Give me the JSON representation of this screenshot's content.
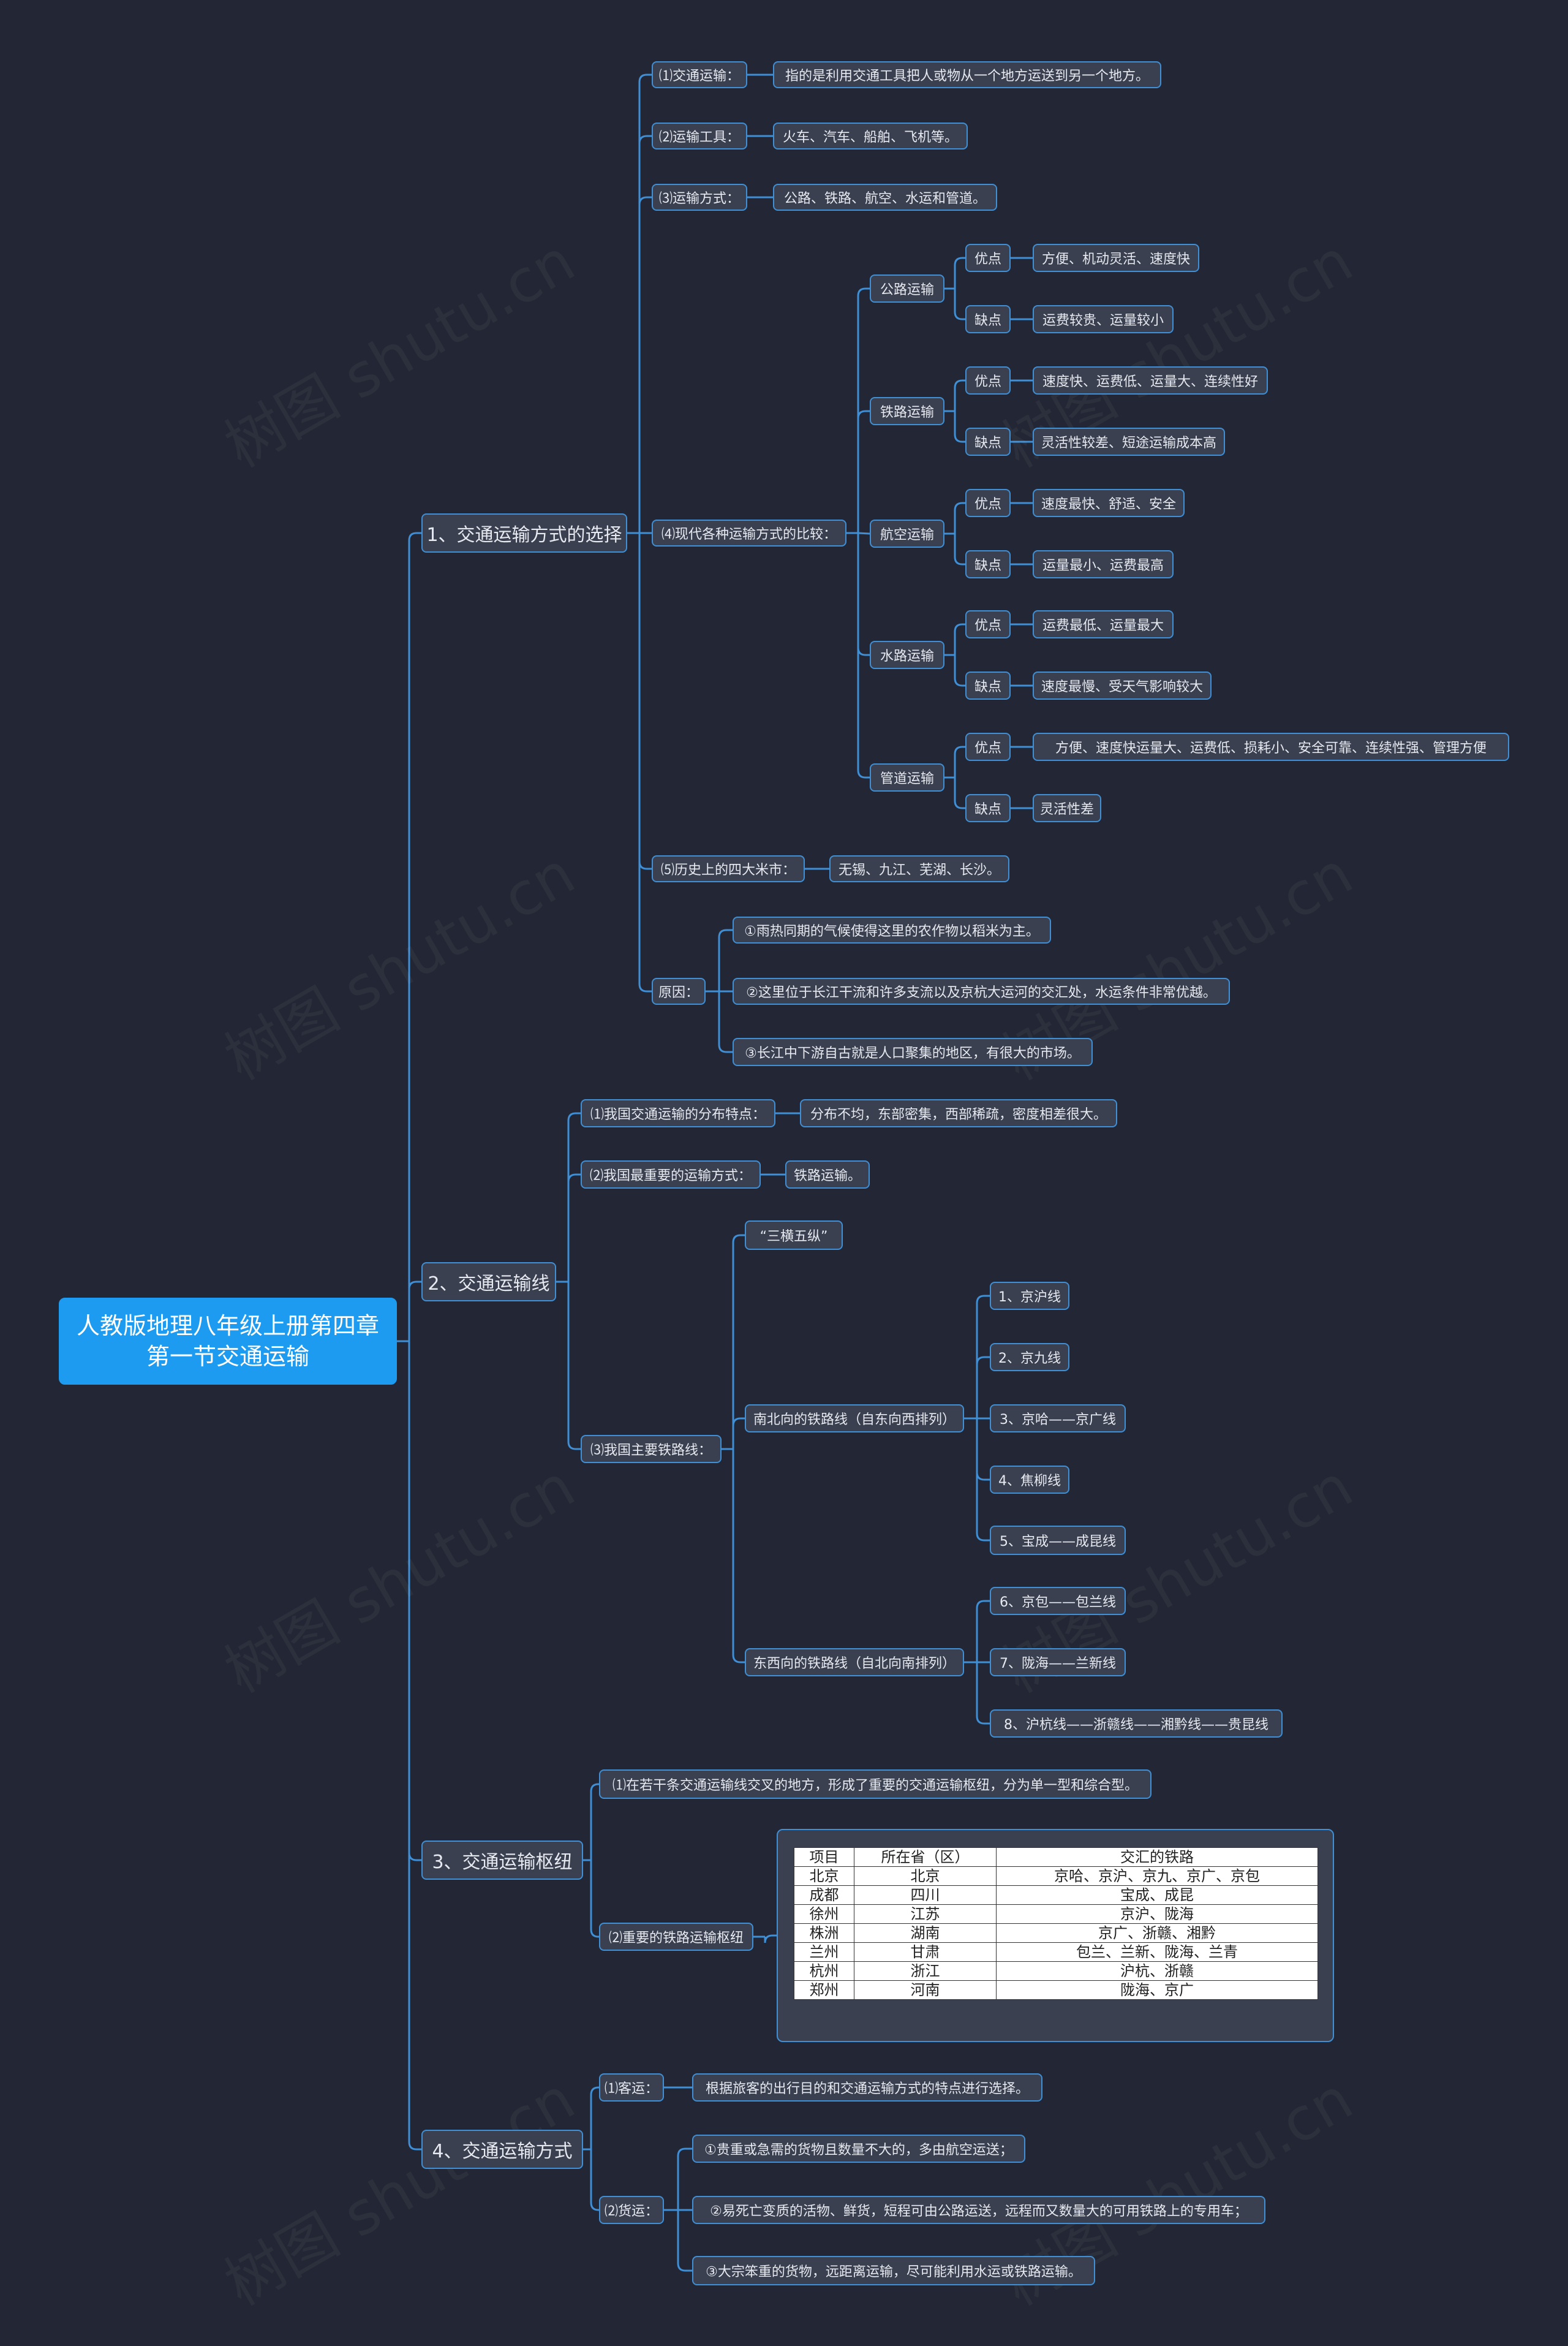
{
  "title": "人教版地理八年级上册第四章第一节交通运输",
  "sections": {
    "s1": {
      "label": "1、交通运输方式的选择",
      "items": [
        {
          "label": "⑴交通运输：",
          "value": "指的是利用交通工具把人或物从一个地方运送到另一个地方。"
        },
        {
          "label": "⑵运输工具：",
          "value": "火车、汽车、船舶、飞机等。"
        },
        {
          "label": "⑶运输方式：",
          "value": "公路、铁路、航空、水运和管道。"
        },
        {
          "label": "⑷现代各种运输方式的比较：",
          "modes": [
            {
              "name": "公路运输",
              "pro_label": "优点",
              "pro": "方便、机动灵活、速度快",
              "con_label": "缺点",
              "con": "运费较贵、运量较小"
            },
            {
              "name": "铁路运输",
              "pro_label": "优点",
              "pro": "速度快、运费低、运量大、连续性好",
              "con_label": "缺点",
              "con": "灵活性较差、短途运输成本高"
            },
            {
              "name": "航空运输",
              "pro_label": "优点",
              "pro": "速度最快、舒适、安全",
              "con_label": "缺点",
              "con": "运量最小、运费最高"
            },
            {
              "name": "水路运输",
              "pro_label": "优点",
              "pro": "运费最低、运量最大",
              "con_label": "缺点",
              "con": "速度最慢、受天气影响较大"
            },
            {
              "name": "管道运输",
              "pro_label": "优点",
              "pro": "方便、速度快运量大、运费低、损耗小、安全可靠、连续性强、管理方便",
              "con_label": "缺点",
              "con": "灵活性差"
            }
          ]
        },
        {
          "label": "⑸历史上的四大米市：",
          "value": "无锡、九江、芜湖、长沙。"
        },
        {
          "label": "原因：",
          "reasons": [
            "①雨热同期的气候使得这里的农作物以稻米为主。",
            "②这里位于长江干流和许多支流以及京杭大运河的交汇处，水运条件非常优越。",
            "③长江中下游自古就是人口聚集的地区，有很大的市场。"
          ]
        }
      ]
    },
    "s2": {
      "label": "2、交通运输线",
      "items": [
        {
          "label": "⑴我国交通运输的分布特点：",
          "value": "分布不均，东部密集，西部稀疏，密度相差很大。"
        },
        {
          "label": "⑵我国最重要的运输方式：",
          "value": "铁路运输。"
        },
        {
          "label": "⑶我国主要铁路线：",
          "top": "“三横五纵”",
          "ns_label": "南北向的铁路线（自东向西排列）",
          "ns": [
            "1、京沪线",
            "2、京九线",
            "3、京哈——京广线",
            "4、焦柳线",
            "5、宝成——成昆线"
          ],
          "ew_label": "东西向的铁路线（自北向南排列）",
          "ew": [
            "6、京包——包兰线",
            "7、陇海——兰新线",
            "8、沪杭线——浙赣线——湘黔线——贵昆线"
          ]
        }
      ]
    },
    "s3": {
      "label": "3、交通运输枢纽",
      "items": [
        {
          "label": "⑴在若干条交通运输线交叉的地方，形成了重要的交通运输枢纽，分为单一型和综合型。"
        },
        {
          "label": "⑵重要的铁路运输枢纽"
        }
      ],
      "table": {
        "headers": [
          "项目",
          "所在省（区）",
          "交汇的铁路"
        ],
        "rows": [
          [
            "北京",
            "北京",
            "京哈、京沪、京九、京广、京包"
          ],
          [
            "成都",
            "四川",
            "宝成、成昆"
          ],
          [
            "徐州",
            "江苏",
            "京沪、陇海"
          ],
          [
            "株洲",
            "湖南",
            "京广、浙赣、湘黔"
          ],
          [
            "兰州",
            "甘肃",
            "包兰、兰新、陇海、兰青"
          ],
          [
            "杭州",
            "浙江",
            "沪杭、浙赣"
          ],
          [
            "郑州",
            "河南",
            "陇海、京广"
          ]
        ]
      }
    },
    "s4": {
      "label": "4、交通运输方式",
      "items": [
        {
          "label": "⑴客运：",
          "value": "根据旅客的出行目的和交通运输方式的特点进行选择。"
        },
        {
          "label": "⑵货运：",
          "subs": [
            "①贵重或急需的货物且数量不大的，多由航空运送；",
            "②易死亡变质的活物、鲜货，短程可由公路运送，远程而又数量大的可用铁路上的专用车；",
            "③大宗笨重的货物，远距离运输，尽可能利用水运或铁路运输。"
          ]
        }
      ]
    }
  },
  "colors": {
    "background": "#232634",
    "node_fill": "#3a4050",
    "node_border": "#3f8fd6",
    "root": "#1d9bf0",
    "connector": "#3f8fd6"
  }
}
